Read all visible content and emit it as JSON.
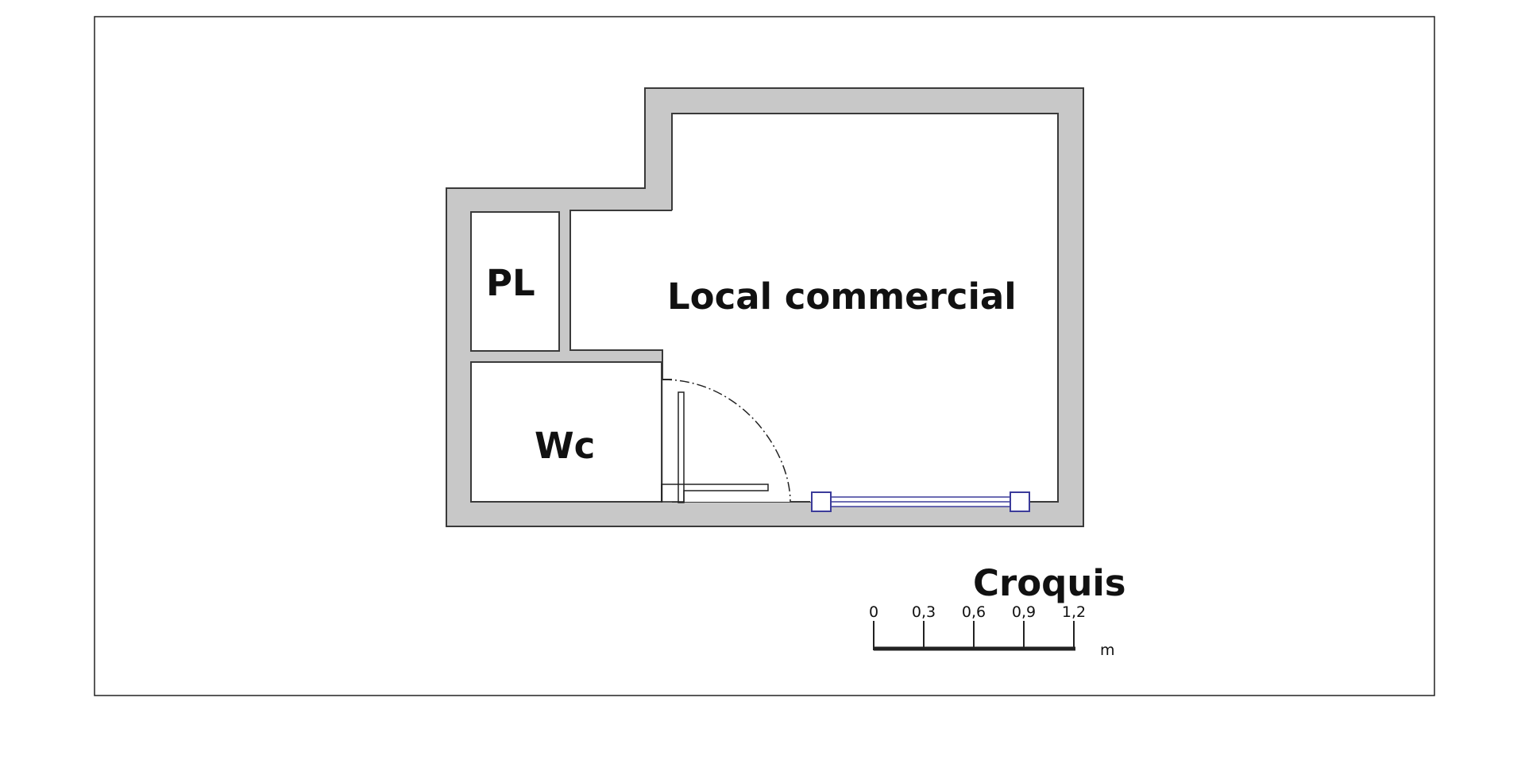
{
  "rooms": {
    "pl": "PL",
    "wc": "Wc",
    "main": "Local commercial"
  },
  "title": "Croquis",
  "scale": {
    "ticks": [
      "0",
      "0,3",
      "0,6",
      "0,9",
      "1,2"
    ],
    "unit": "m"
  },
  "colors": {
    "wall_fill": "#c8c8c8",
    "wall_stroke": "#3a3a3a",
    "window": "#3b3b9a",
    "frame": "#222222"
  }
}
